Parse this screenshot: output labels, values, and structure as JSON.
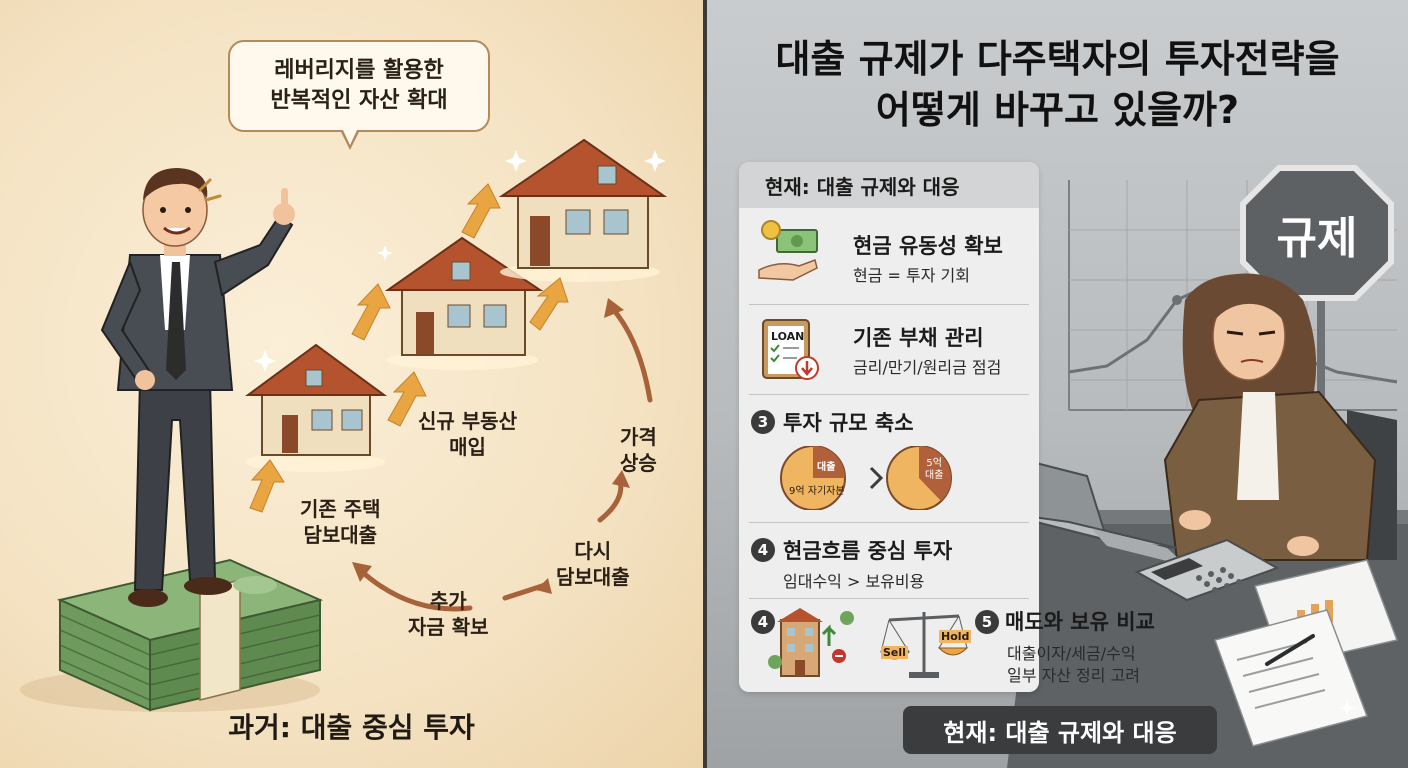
{
  "left": {
    "bubble_line1": "레버리지를 활용한",
    "bubble_line2": "반복적인 자산 확대",
    "label_new_purchase_1": "신규 부동산",
    "label_new_purchase_2": "매입",
    "label_price_rise_1": "가격",
    "label_price_rise_2": "상승",
    "label_existing_loan_1": "기존 주택",
    "label_existing_loan_2": "담보대출",
    "label_reloan_1": "다시",
    "label_reloan_2": "담보대출",
    "label_extra_funds_1": "추가",
    "label_extra_funds_2": "자금 확보",
    "bottom_title": "과거: 대출 중심 투자"
  },
  "right": {
    "title_line1": "대출 규제가 다주택자의 투자전략을",
    "title_line2": "어떻게 바꾸고 있을까?",
    "card_header": "현재: 대출 규제와 대응",
    "sections": [
      {
        "title": "현금 유동성 확보",
        "sub": "현금 = 투자 기회"
      },
      {
        "title": "기존 부채 관리",
        "sub": "금리/만기/원리금 점검",
        "icon_text": "LOAN"
      },
      {
        "num": "3",
        "title": "투자 규모 축소",
        "pie1_label_top": "대출",
        "pie1_label_bottom": "9억 자기자본",
        "pie2_label_1": "5억",
        "pie2_label_2": "대출"
      },
      {
        "num": "4",
        "title": "현금흐름 중심 투자",
        "sub": "임대수익 > 보유비용"
      },
      {
        "num": "4",
        "num2": "5",
        "title": "매도와 보유 비교",
        "sub1": "대출이자/세금/수익",
        "sub2": "일부 자산 정리 고려",
        "sell": "Sell",
        "hold": "Hold"
      }
    ],
    "stop_sign": "규제",
    "bottom_pill": "현재: 대출 규제와 대응"
  },
  "colors": {
    "left_bg": "#f4e2c2",
    "right_bg": "#b8bbbd",
    "roof": "#b5532e",
    "arrow": "#e8a542",
    "curve_arrow": "#a8623a",
    "money": "#7ea86a"
  }
}
